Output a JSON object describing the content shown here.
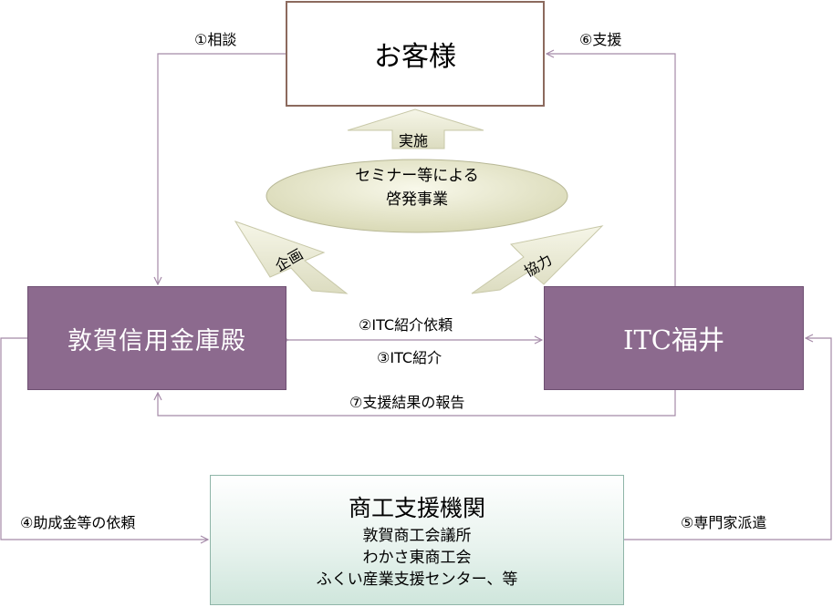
{
  "nodes": {
    "customer": "お客様",
    "bank": "敦賀信用金庫殿",
    "itc": "ITC福井",
    "support_title": "商工支援機関",
    "support_lines": [
      "敦賀商工会議所",
      "わかさ東商工会",
      "ふくい産業支援センター、等"
    ],
    "seminar_line1": "セミナー等による",
    "seminar_line2": "啓発事業"
  },
  "arrows": {
    "consult": "①相談",
    "itc_request": "②ITC紹介依頼",
    "itc_intro": "③ITC紹介",
    "grant_request": "④助成金等の依頼",
    "expert": "⑤専門家派遣",
    "support": "⑥支援",
    "report": "⑦支援結果の報告",
    "implement": "実施",
    "plan": "企画",
    "cooperate": "協力"
  },
  "colors": {
    "purple_box": "#8c6a8e",
    "line": "#a58aa8",
    "block_arrow": "#e9e9d3",
    "ellipse": "#e6e6c8"
  }
}
